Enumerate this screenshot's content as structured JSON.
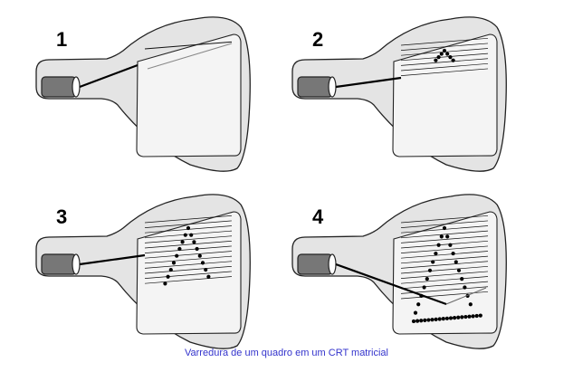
{
  "figure": {
    "panels": [
      {
        "label": "1",
        "rows": 1,
        "glyph_points_drawn": 0,
        "bottom_row_dots": false
      },
      {
        "label": "2",
        "rows": 7,
        "glyph_points_drawn": 7,
        "bottom_row_dots": false
      },
      {
        "label": "3",
        "rows": 13,
        "glyph_points_drawn": 16,
        "bottom_row_dots": false
      },
      {
        "label": "4",
        "rows": 16,
        "glyph_points_drawn": 20,
        "bottom_row_dots": true
      }
    ],
    "caption": "Varredura de um quadro em um CRT matricial",
    "caption_color": "#3333cc",
    "colors": {
      "tube": "#e4e4e4",
      "screen": "#f4f4f4",
      "gun": "#777777",
      "outline": "#222222",
      "scanline": "#111111"
    }
  }
}
